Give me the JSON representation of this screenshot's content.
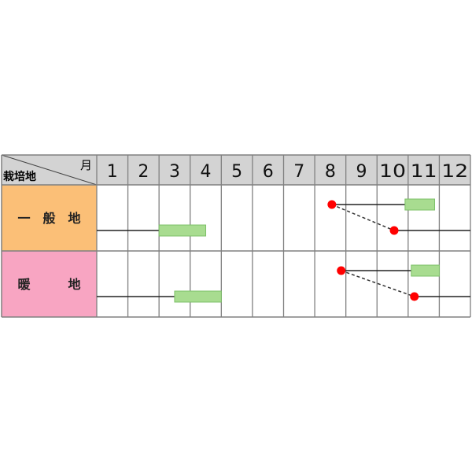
{
  "chart_data": {
    "type": "gantt-calendar",
    "corner": {
      "top_right": "月",
      "bottom_left": "栽培地"
    },
    "months": [
      "1",
      "2",
      "3",
      "4",
      "5",
      "6",
      "7",
      "8",
      "9",
      "10",
      "11",
      "12"
    ],
    "rows": [
      {
        "label": "一　般　地",
        "color": "#fbbf77",
        "tracks": [
          {
            "dots": [
              7.55
            ],
            "lines": [
              [
                7.55,
                9.9
              ]
            ],
            "bars": [
              [
                9.9,
                10.85
              ]
            ]
          },
          {
            "dots": [
              9.55
            ],
            "lines": [
              [
                0,
                2
              ],
              [
                9.55,
                12
              ]
            ],
            "bars": [
              [
                2,
                3.5
              ]
            ]
          }
        ],
        "dashed": [
          [
            7.55,
            0,
            9.55,
            1
          ]
        ]
      },
      {
        "label": "暖　　　地",
        "color": "#f8a5c2",
        "tracks": [
          {
            "dots": [
              7.85
            ],
            "lines": [
              [
                7.85,
                10.1
              ]
            ],
            "bars": [
              [
                10.1,
                11
              ]
            ]
          },
          {
            "dots": [
              10.2
            ],
            "lines": [
              [
                0,
                2.5
              ],
              [
                10.2,
                12
              ]
            ],
            "bars": [
              [
                2.5,
                4
              ]
            ]
          }
        ],
        "dashed": [
          [
            7.85,
            0,
            10.2,
            1
          ]
        ]
      }
    ],
    "colors": {
      "header": "#d3d3d3",
      "bar": "#a8dc90",
      "bar_border": "#7cc067",
      "dot": "#ff0000",
      "grid": "#808080"
    }
  }
}
